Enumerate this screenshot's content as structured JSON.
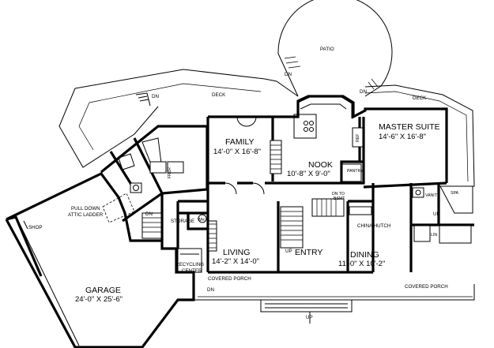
{
  "rooms": {
    "family": {
      "name": "FAMILY",
      "size": "14'-0\" X 16'-8\""
    },
    "nook": {
      "name": "NOOK",
      "size": "10'-8\" X 9'-0\""
    },
    "master_suite": {
      "name": "MASTER SUITE",
      "size": "14'-6\" X 16'-8\""
    },
    "living": {
      "name": "LIVING",
      "size": "14'-2\" X 14'-0\""
    },
    "entry": {
      "name": "ENTRY"
    },
    "dining": {
      "name": "DINING",
      "size": "11'-0\" X 10'-2\""
    },
    "garage": {
      "name": "GARAGE",
      "size": "24'-0\" X 25'-6\""
    }
  },
  "labels": {
    "patio": "PATIO",
    "deck_left": "DECK",
    "deck_right": "DECK",
    "dn_patio": "DN",
    "dn_deck_left": "DN",
    "dn_deck_right": "DN",
    "dn_hall": "DN",
    "dn_porch": "DN",
    "up_stair": "UP",
    "up_master": "UP",
    "up_walk": "UP",
    "shop": "SHOP",
    "attic_ladder_1": "PULL DOWN",
    "attic_ladder_2": "ATTIC LADDER",
    "storage": "STORAGE",
    "wh": "WH",
    "recycling_1": "RECYCLING",
    "recycling_2": "CENTER",
    "covered_porch_left": "COVERED PORCH",
    "covered_porch_right": "COVERED PORCH",
    "china_hutch": "CHINA HUTCH",
    "dn_bsmt_1": "DN TO",
    "dn_bsmt_2": "BSMT",
    "pantry": "PANTRY",
    "ref": "REF",
    "vanity": "VANITY",
    "spa": "SPA",
    "lin": "LIN",
    "frzr": "FRZR"
  }
}
